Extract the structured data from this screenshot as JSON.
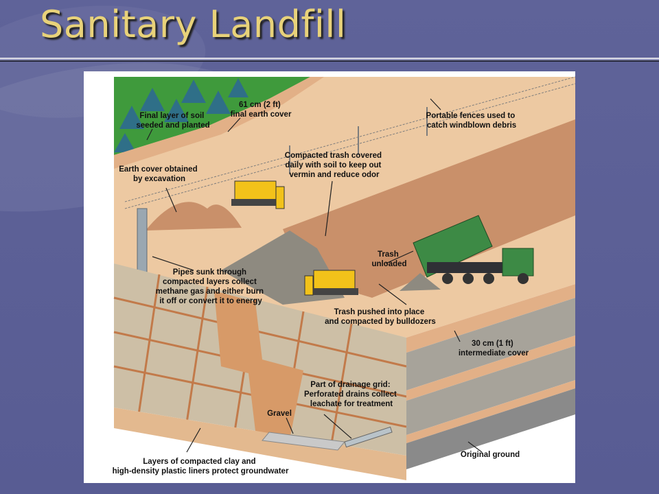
{
  "slide": {
    "title": "Sanitary Landfill"
  },
  "diagram": {
    "labels": {
      "final_cover_line1": "61 cm (2 ft)",
      "final_cover_line2": "final earth cover",
      "final_layer_line1": "Final layer of soil",
      "final_layer_line2": "seeded and planted",
      "fences_line1": "Portable fences used to",
      "fences_line2": "catch windblown debris",
      "compacted_line1": "Compacted trash covered",
      "compacted_line2": "daily with soil to keep out",
      "compacted_line3": "vermin and reduce odor",
      "earth_cover_line1": "Earth cover obtained",
      "earth_cover_line2": "by excavation",
      "trash_unloaded_line1": "Trash",
      "trash_unloaded_line2": "unloaded",
      "pipes_line1": "Pipes sunk through",
      "pipes_line2": "compacted layers collect",
      "pipes_line3": "methane gas and either burn",
      "pipes_line4": "it off or convert it to energy",
      "pushed_line1": "Trash pushed into place",
      "pushed_line2": "and compacted by bulldozers",
      "intermediate_line1": "30 cm (1 ft)",
      "intermediate_line2": "intermediate cover",
      "drainage_line1": "Part of drainage grid:",
      "drainage_line2": "Perforated drains collect",
      "drainage_line3": "leachate for treatment",
      "gravel": "Gravel",
      "original_ground": "Original ground",
      "layers_line1": "Layers of compacted clay and",
      "layers_line2": "high-density plastic liners protect groundwater"
    },
    "colors": {
      "sand": "#edc9a2",
      "sand_dark": "#c9906a",
      "grass": "#3f9a3c",
      "tree": "#2f6f88",
      "cell_fill": "#cdbfa6",
      "cell_border": "#c27a4a",
      "truck_green": "#3d8a45",
      "bulldozer_yellow": "#f2c21a",
      "gray_layer": "#a7a39a",
      "clay_base": "#e3b98f"
    }
  }
}
